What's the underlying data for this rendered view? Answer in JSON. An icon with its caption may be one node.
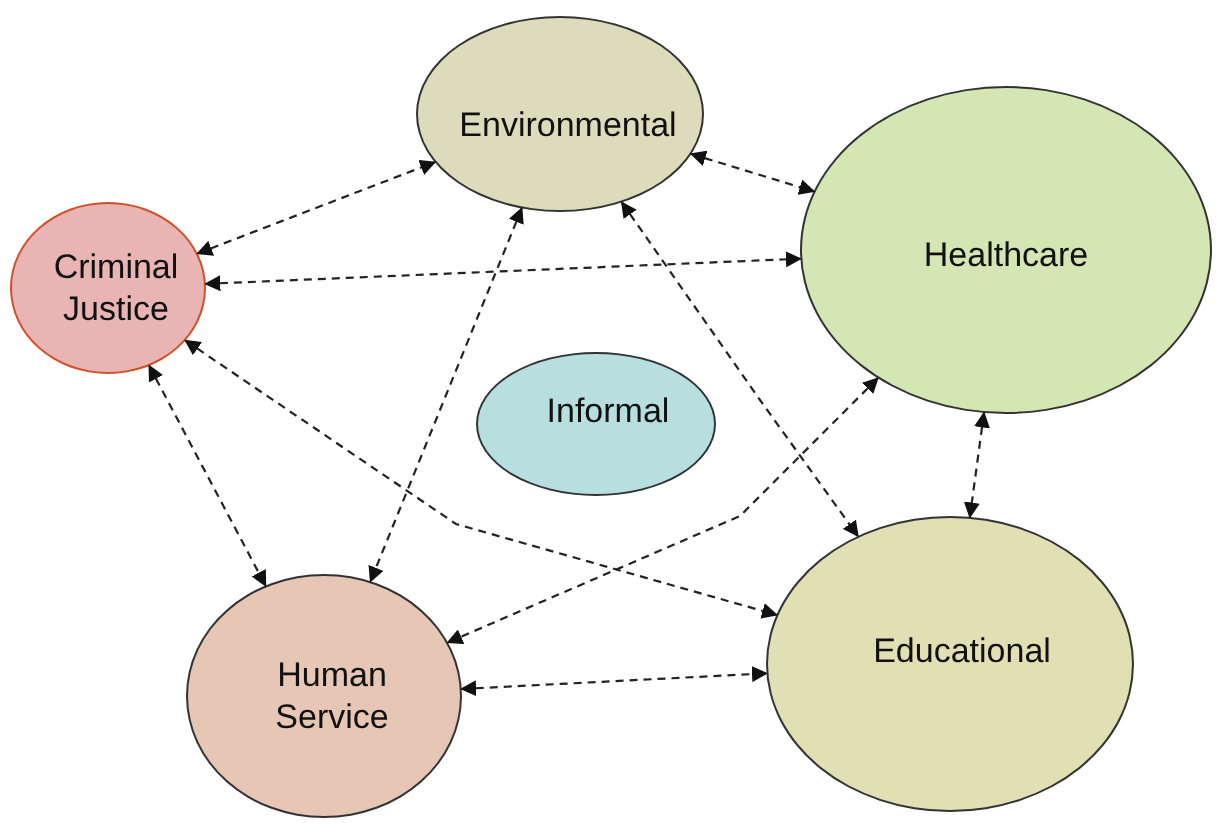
{
  "diagram": {
    "nodes": [
      {
        "text": [
          "Environmental"
        ]
      },
      {
        "text": [
          "Criminal Justice"
        ]
      },
      {
        "text": [
          "Healthcare"
        ]
      },
      {
        "text": [
          "Informal"
        ]
      },
      {
        "text": [
          "Human Service"
        ]
      },
      {
        "text": [
          "Educational"
        ]
      }
    ],
    "edges": [
      {
        "from": 1,
        "to": 0,
        "arrow": "both",
        "style": "dashed"
      },
      {
        "from": 0,
        "to": 2,
        "arrow": "both",
        "style": "dashed"
      },
      {
        "from": 1,
        "to": 2,
        "arrow": "both",
        "style": "dashed"
      },
      {
        "from": 1,
        "to": 5,
        "arrow": "both",
        "style": "dashed"
      },
      {
        "from": 1,
        "to": 4,
        "arrow": "both",
        "style": "dashed"
      },
      {
        "from": 0,
        "to": 4,
        "arrow": "both",
        "style": "dashed"
      },
      {
        "from": 0,
        "to": 5,
        "arrow": "both",
        "style": "dashed"
      },
      {
        "from": 2,
        "to": 4,
        "arrow": "both",
        "style": "dashed"
      },
      {
        "from": 2,
        "to": 5,
        "arrow": "both",
        "style": "dashed"
      },
      {
        "from": 4,
        "to": 5,
        "arrow": "both",
        "style": "dashed"
      }
    ]
  }
}
